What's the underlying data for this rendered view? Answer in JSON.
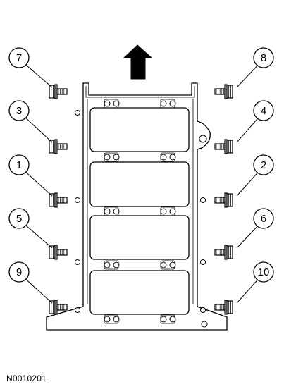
{
  "figure_id": "N0010201",
  "callouts": [
    {
      "label": "7",
      "side": "left"
    },
    {
      "label": "8",
      "side": "right"
    },
    {
      "label": "3",
      "side": "left"
    },
    {
      "label": "4",
      "side": "right"
    },
    {
      "label": "1",
      "side": "left"
    },
    {
      "label": "2",
      "side": "right"
    },
    {
      "label": "5",
      "side": "left"
    },
    {
      "label": "6",
      "side": "right"
    },
    {
      "label": "9",
      "side": "left"
    },
    {
      "label": "10",
      "side": "right"
    }
  ],
  "icons": {
    "arrow": "up-arrow-icon",
    "bolt": "bolt-icon"
  },
  "colors": {
    "line": "#000000",
    "part_fill": "#ffffff",
    "bolt_fill": "#ffffff"
  }
}
